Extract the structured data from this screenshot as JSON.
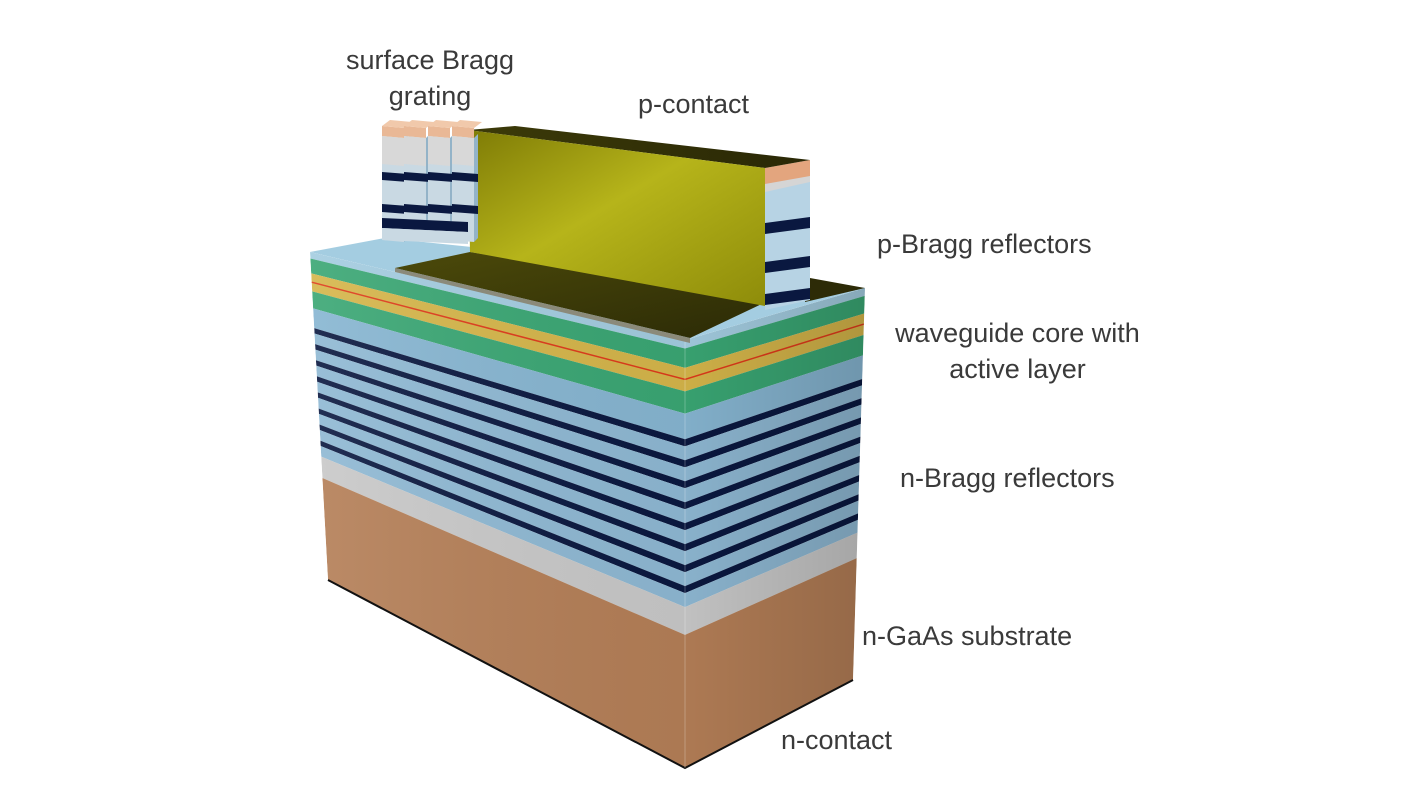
{
  "labels": {
    "surface_bragg_line1": "surface Bragg",
    "surface_bragg_line2": "grating",
    "p_contact": "p-contact",
    "p_bragg": "p-Bragg reflectors",
    "waveguide_line1": "waveguide core with",
    "waveguide_line2": "active layer",
    "n_bragg": "n-Bragg reflectors",
    "n_gaas": "n-GaAs substrate",
    "n_contact": "n-contact"
  },
  "colors": {
    "n_contact_copper": "#b57f57",
    "substrate_gray": "#c9c9c9",
    "bragg_light_blue": "#8fb9d4",
    "bragg_dark_navy": "#0a1840",
    "waveguide_green": "#3aa774",
    "active_yellow": "#d6b64a",
    "active_red_line": "#e03a1a",
    "p_contact_olive": "#9d9b0a",
    "grating_cap_peach": "#e9b896"
  }
}
